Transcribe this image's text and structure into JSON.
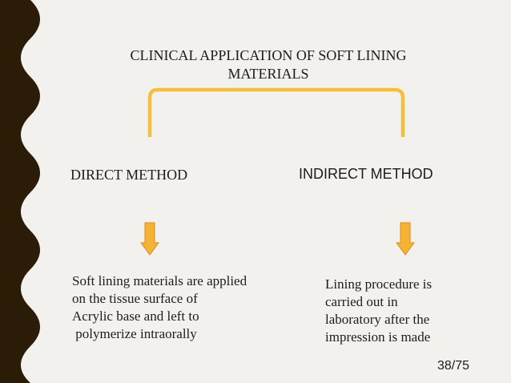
{
  "slide": {
    "title": "CLINICAL APPLICATION OF SOFT LINING\nMATERIALS",
    "direct_method": "DIRECT METHOD",
    "indirect_method": "INDIRECT METHOD",
    "direct_description": "Soft lining materials are applied\non the tissue surface of\nAcrylic base and left to\n polymerize intraorally",
    "indirect_description": "Lining procedure is\ncarried out in\nlaboratory after the\nimpression is made",
    "page_number": "38/75"
  },
  "colors": {
    "accent": "#f5bf3a",
    "arrow_fill": "#f5b335",
    "arrow_stroke": "#e08a1a",
    "wave_band": "#2b1c08",
    "background": "#f2f1ee",
    "text": "#1c1c1c"
  }
}
